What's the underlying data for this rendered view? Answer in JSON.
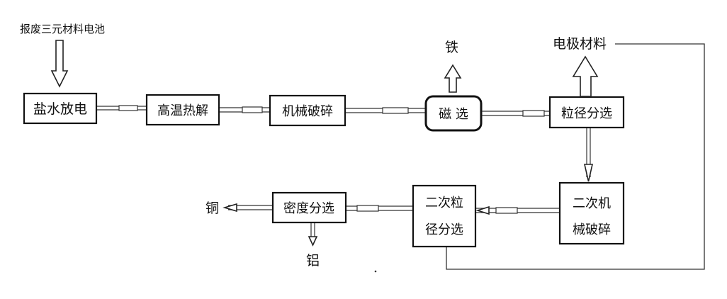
{
  "diagram": {
    "input_label": "报废三元材料电池",
    "nodes": {
      "brine_discharge": "盐水放电",
      "pyrolysis": "高温热解",
      "crushing": "机械破碎",
      "magnetic_sep": "磁 选",
      "size_sep": "粒径分选",
      "secondary_crush_line1": "二次机",
      "secondary_crush_line2": "械破碎",
      "secondary_size_line1": "二次粒",
      "secondary_size_line2": "径分选",
      "density_sep": "密度分选"
    },
    "outputs": {
      "iron": "铁",
      "electrode": "电极材料",
      "copper": "铜",
      "aluminum": "铝"
    }
  }
}
